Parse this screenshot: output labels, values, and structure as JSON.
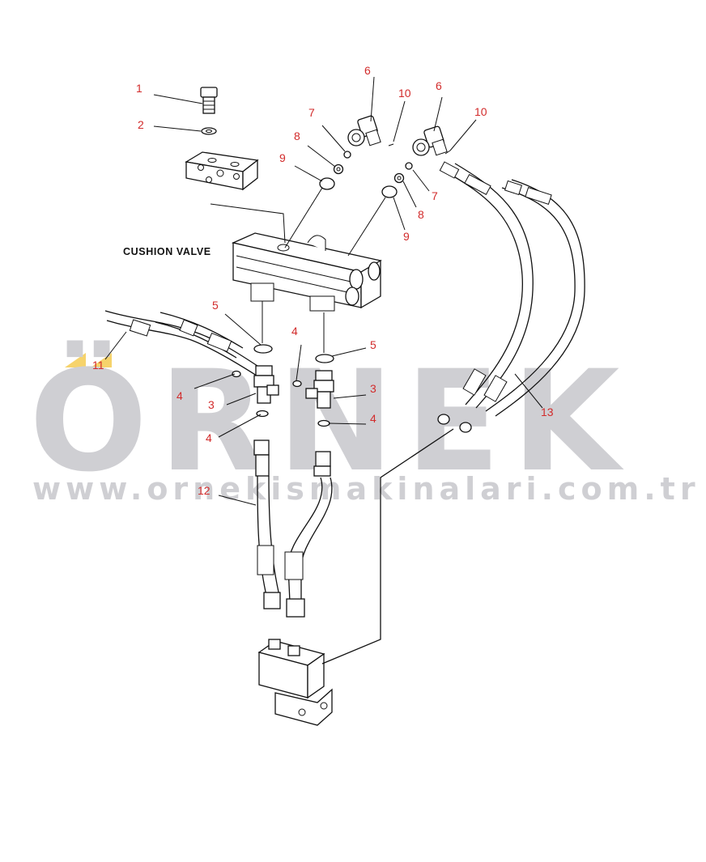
{
  "diagram": {
    "component_label": "CUSHION VALVE",
    "callouts": {
      "c1": "1",
      "c2": "2",
      "c3a": "3",
      "c3b": "3",
      "c4a": "4",
      "c4b": "4",
      "c4c": "4",
      "c4d": "4",
      "c5a": "5",
      "c5b": "5",
      "c6a": "6",
      "c6b": "6",
      "c7a": "7",
      "c7b": "7",
      "c8a": "8",
      "c8b": "8",
      "c9a": "9",
      "c9b": "9",
      "c10a": "10",
      "c10b": "10",
      "c11": "11",
      "c12": "12",
      "c13": "13"
    }
  },
  "watermark": {
    "brand": "ÖRNEK",
    "url": "www.ornekismakinalari.com.tr",
    "accent_color": "#f6d36b",
    "color": "#cfcfd3"
  },
  "colors": {
    "callout": "#d22b2b",
    "line": "#111111"
  }
}
